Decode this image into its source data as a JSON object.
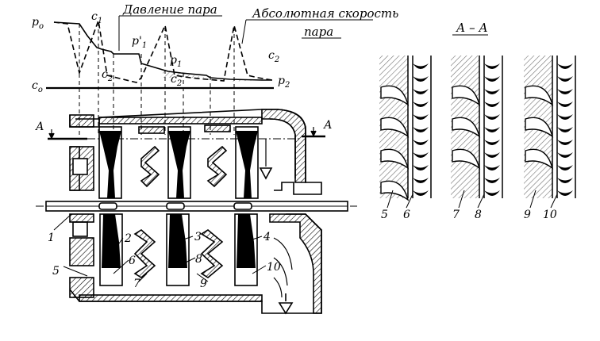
{
  "graph": {
    "p_o": "p",
    "p_o_sub": "o",
    "c_o": "c",
    "c_o_sub": "o",
    "c1": "c",
    "c1_sub": "1",
    "c2_a": "c",
    "c2_a_sub": "2",
    "c2_b": "c",
    "c2_b_sub": "2",
    "c2_c": "c",
    "c2_c_sub": "2",
    "p1_prime": "p'",
    "p1_prime_sub": "1",
    "p1": "p",
    "p1_sub": "1",
    "p2": "p",
    "p2_sub": "2",
    "pressure_title": "Давление пара",
    "velocity_title_1": "Абсолютная скорость",
    "velocity_title_2": "пара"
  },
  "section": {
    "title": "А – А",
    "cut_left": "А",
    "cut_right": "А",
    "labels": [
      "5",
      "6",
      "7",
      "8",
      "9",
      "10"
    ]
  },
  "turbine": {
    "labels": {
      "l1": "1",
      "l2": "2",
      "l3": "3",
      "l4": "4",
      "l5": "5",
      "l6": "6",
      "l7": "7",
      "l8": "8",
      "l9": "9",
      "l10": "10"
    }
  }
}
